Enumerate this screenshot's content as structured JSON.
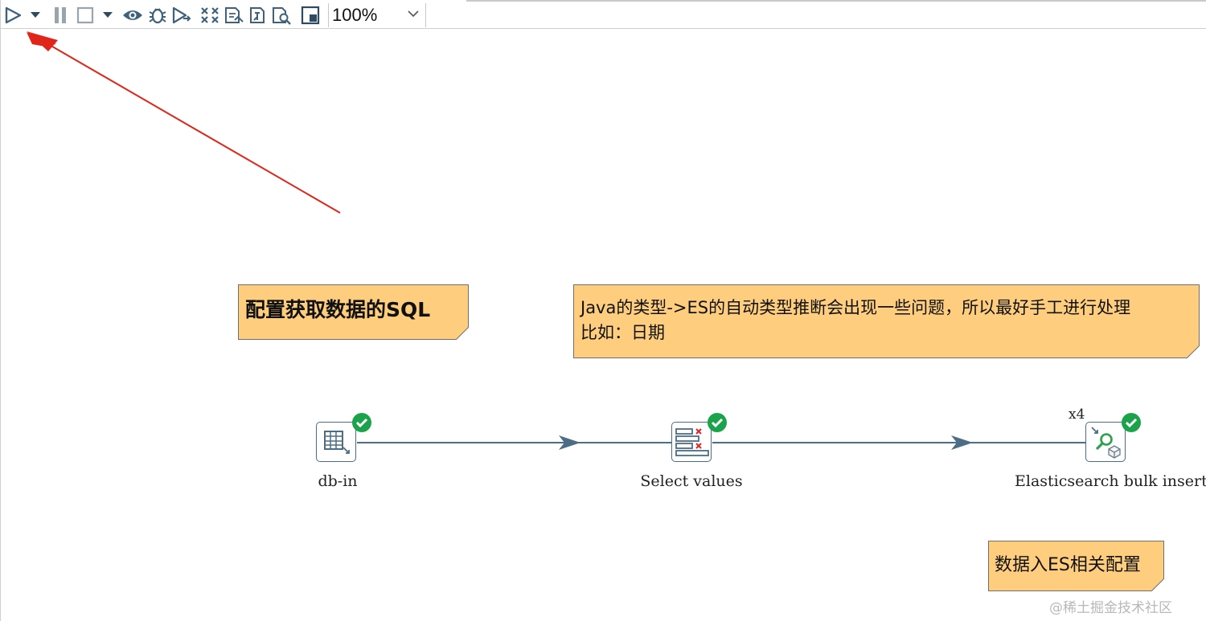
{
  "toolbar": {
    "buttons": [
      {
        "name": "run-icon"
      },
      {
        "name": "run-options-dropdown-icon"
      },
      {
        "name": "pause-icon"
      },
      {
        "name": "stop-icon"
      },
      {
        "name": "stop-options-dropdown-icon"
      },
      {
        "name": "preview-icon"
      },
      {
        "name": "debug-icon"
      },
      {
        "name": "replay-icon"
      },
      {
        "name": "verify-icon"
      },
      {
        "name": "analyze-impact-icon"
      },
      {
        "name": "sql-icon"
      },
      {
        "name": "explore-database-icon"
      },
      {
        "name": "show-results-icon"
      }
    ],
    "zoom": "100%"
  },
  "canvas": {
    "notes": {
      "sql": "配置获取数据的SQL",
      "java_line1": "Java的类型->ES的自动类型推断会出现一些问题，所以最好手工进行处理",
      "java_line2": "比如：日期",
      "es": "数据入ES相关配置"
    },
    "steps": {
      "db_in": {
        "label": "db-in",
        "status": "ok"
      },
      "select_values": {
        "label": "Select values",
        "status": "ok"
      },
      "es_bulk": {
        "label": "Elasticsearch bulk insert",
        "status": "ok",
        "copies": "x4"
      }
    },
    "colors": {
      "note_bg": "#fece7e",
      "hop": "#4b6d86",
      "ok": "#1aa34a",
      "annotation_arrow": "#e0261b"
    }
  },
  "watermark": "@稀土掘金技术社区"
}
